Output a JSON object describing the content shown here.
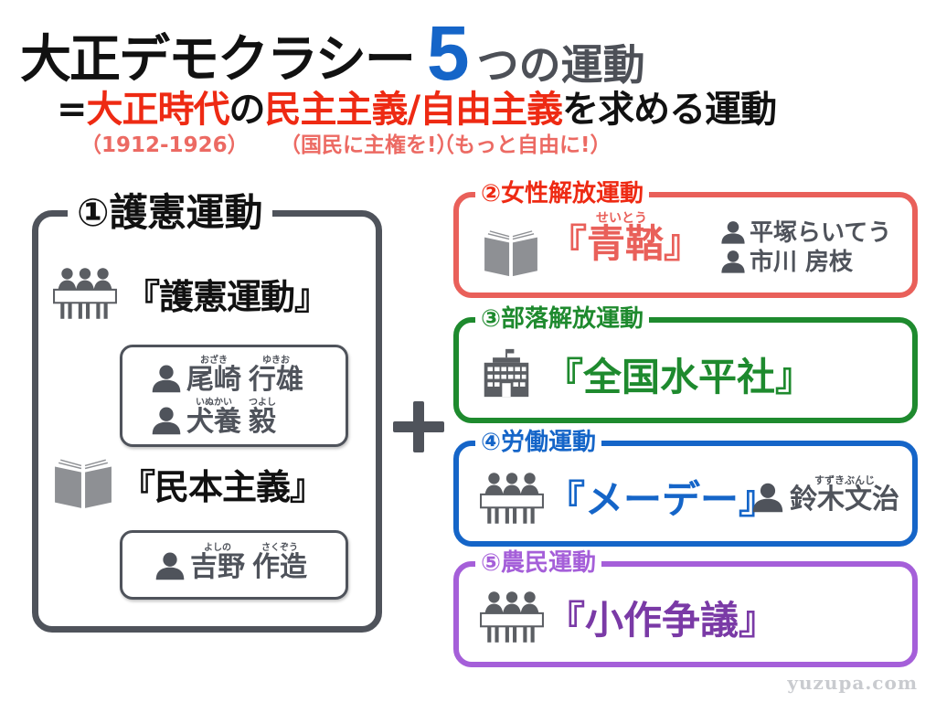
{
  "title": {
    "main": "大正デモクラシー",
    "number": "5",
    "rest": "つの運動",
    "line2": [
      {
        "text": "=",
        "color": "black"
      },
      {
        "text": "大正時代",
        "color": "red"
      },
      {
        "text": "の",
        "color": "black"
      },
      {
        "text": "民主主義/自由主義",
        "color": "red"
      },
      {
        "text": "を求める運動",
        "color": "black"
      }
    ],
    "notes": [
      "（1912-1926）",
      "（国民に主権を!）",
      "（もっと自由に!）"
    ]
  },
  "colors": {
    "dark_gray": "#4f535b",
    "blue_five": "#1565c8",
    "red": "#ee2a13",
    "note_red": "#ec6a63",
    "women": "#e9605a",
    "buraku": "#1e8a2e",
    "labor": "#1565c8",
    "farmer": "#a55fd9",
    "farmer_text": "#7a3aa6"
  },
  "movement1": {
    "label": "①護憲運動",
    "section1": {
      "icon": "protest-group-icon",
      "title": "『護憲運動』",
      "people": [
        {
          "surname": "尾崎",
          "surname_ruby": "おざき",
          "given": "行雄",
          "given_ruby": "ゆきお"
        },
        {
          "surname": "犬養",
          "surname_ruby": "いぬかい",
          "given": "毅",
          "given_ruby": "つよし"
        }
      ]
    },
    "section2": {
      "icon": "book-icon",
      "title": "『民本主義』",
      "people": [
        {
          "surname": "吉野",
          "surname_ruby": "よしの",
          "given": "作造",
          "given_ruby": "さくぞう"
        }
      ]
    }
  },
  "plus_sign": "+",
  "movements": [
    {
      "label": "②女性解放運動",
      "icon": "book-icon",
      "title": "『青鞜』",
      "title_ruby": "せいとう",
      "people": [
        "平塚らいてう",
        "市川 房枝"
      ]
    },
    {
      "label": "③部落解放運動",
      "icon": "building-icon",
      "title": "『全国水平社』",
      "people": []
    },
    {
      "label": "④労働運動",
      "icon": "protest-group-icon",
      "title": "『メーデー』",
      "people": [
        {
          "name": "鈴木文治",
          "ruby": "すずきぶんじ"
        }
      ]
    },
    {
      "label": "⑤農民運動",
      "icon": "protest-group-icon",
      "title": "『小作争議』",
      "people": []
    }
  ],
  "watermark": "yuzupa.com"
}
